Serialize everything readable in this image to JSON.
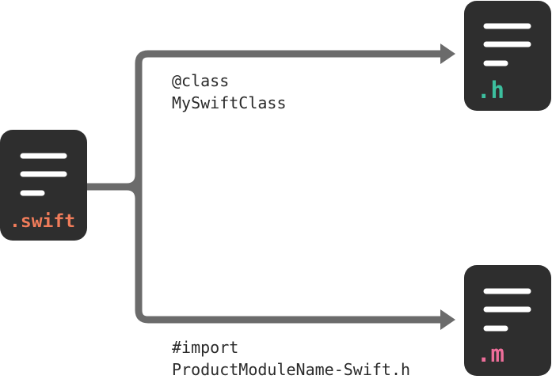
{
  "files": {
    "swift": {
      "ext": ".swift",
      "color": "#f07c5a"
    },
    "h": {
      "ext": ".h",
      "color": "#3cbf9e"
    },
    "m": {
      "ext": ".m",
      "color": "#ee6e9a"
    }
  },
  "labels": {
    "top": {
      "line1": "@class",
      "line2": "MySwiftClass"
    },
    "bottom": {
      "line1": "#import",
      "line2": "ProductModuleName-Swift.h"
    }
  },
  "colors": {
    "file_body": "#2e2e2e",
    "lines": "#ffffff",
    "connector": "#6b6b6b"
  }
}
